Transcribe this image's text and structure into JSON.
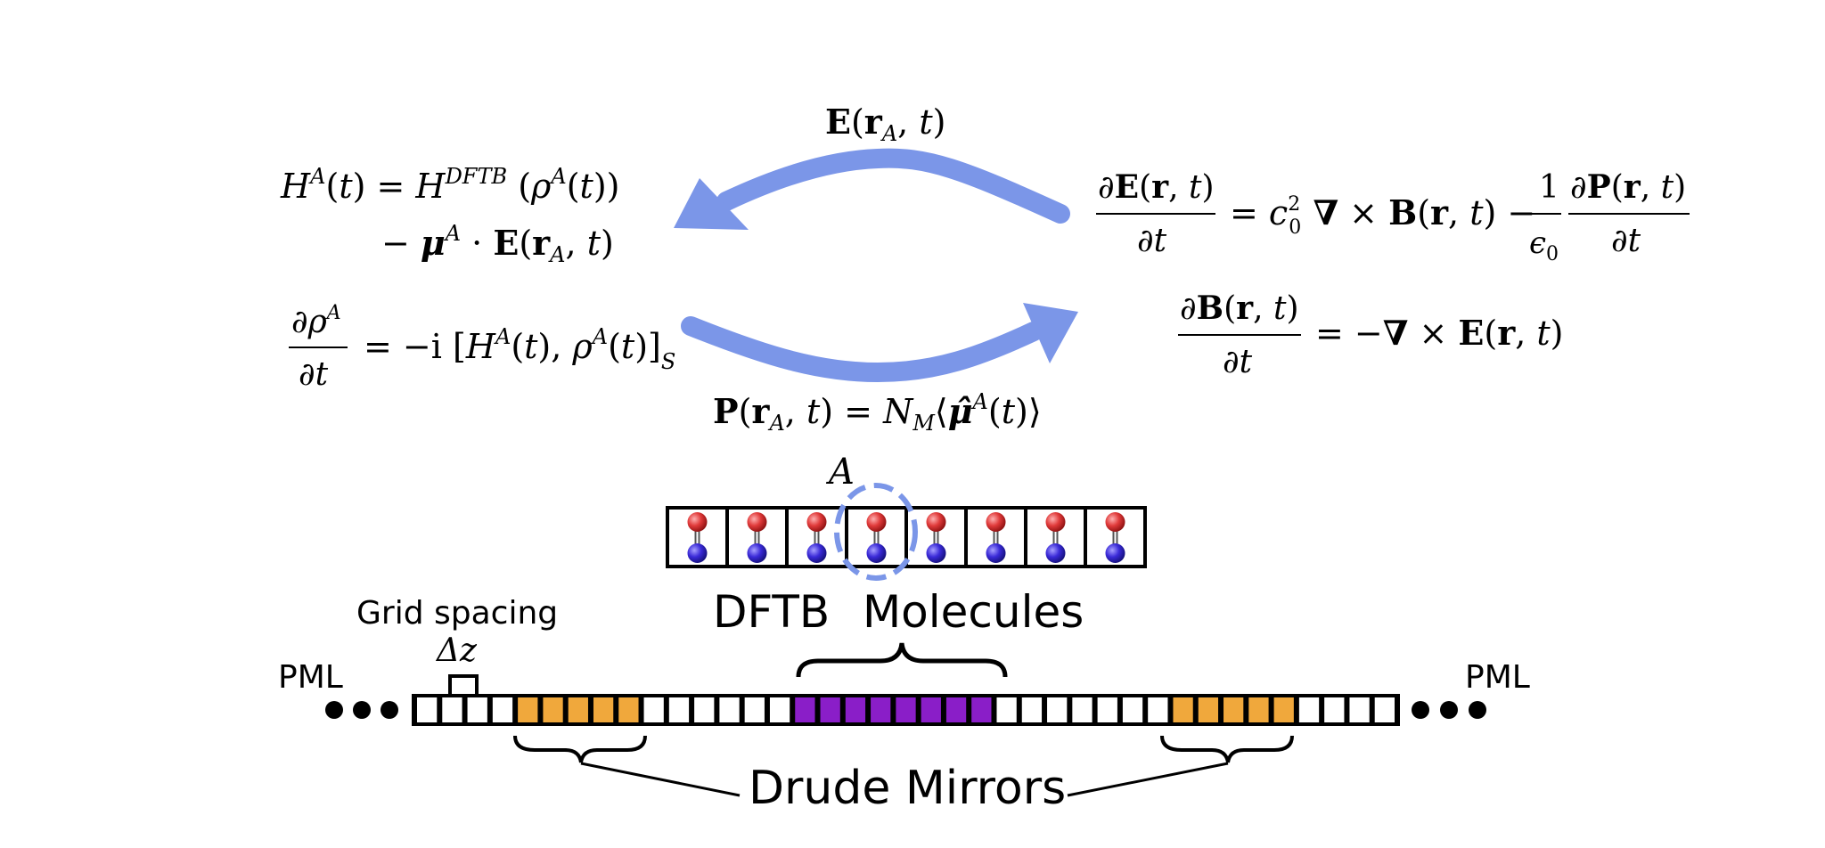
{
  "equations": {
    "hamiltonian_line1": "H^A(t) = H^DFTB (ρ^A(t))",
    "hamiltonian_line2": "− μ^A · E(r_A, t)",
    "liouville": "∂ρ^A/∂t = −i [H^A(t), ρ^A(t)]_S",
    "ampere": "∂E(r,t)/∂t = c_0^2 ∇ × B(r,t) − (1/ε_0) ∂P(r,t)/∂t",
    "faraday": "∂B(r,t)/∂t = −∇ × E(r,t)",
    "field_coupling": "E(r_A, t)",
    "polarization": "P(r_A, t) = N_M ⟨μ̂^A(t)⟩"
  },
  "labels": {
    "selected_molecule": "A",
    "dftb": "DFTB",
    "molecules": "Molecules",
    "grid_spacing": "Grid spacing",
    "delta_z": "Δz",
    "pml_left": "PML",
    "pml_right": "PML",
    "drude_mirrors": "Drude Mirrors"
  },
  "molecule_array": {
    "count": 8,
    "selected_index": 3
  },
  "grid": {
    "cells": [
      "vacuum",
      "vacuum",
      "vacuum",
      "vacuum",
      "mirror",
      "mirror",
      "mirror",
      "mirror",
      "mirror",
      "vacuum",
      "vacuum",
      "vacuum",
      "vacuum",
      "vacuum",
      "vacuum",
      "molecule",
      "molecule",
      "molecule",
      "molecule",
      "molecule",
      "molecule",
      "molecule",
      "molecule",
      "vacuum",
      "vacuum",
      "vacuum",
      "vacuum",
      "vacuum",
      "vacuum",
      "vacuum",
      "mirror",
      "mirror",
      "mirror",
      "mirror",
      "mirror",
      "vacuum",
      "vacuum",
      "vacuum",
      "vacuum"
    ],
    "pml_dots_each_side": 3
  },
  "colors": {
    "arrow": "#7b96e8",
    "mirror": "#f0a83c",
    "molecule_region": "#8a1ec8",
    "atom_top": "#e03a3a",
    "atom_bottom": "#3a2ad8",
    "dashed_circle": "#7b96e8"
  }
}
